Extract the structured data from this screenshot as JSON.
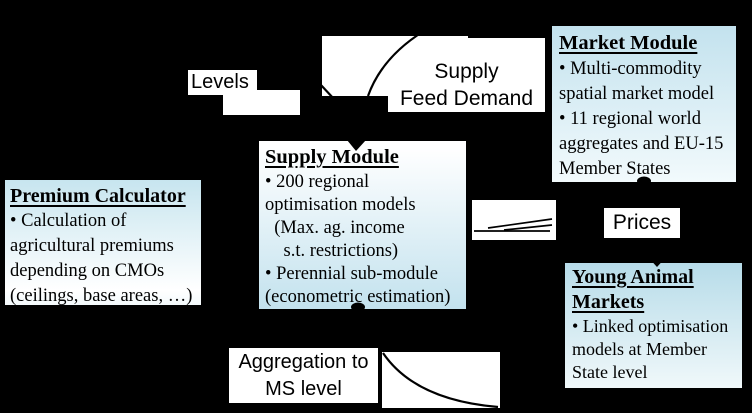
{
  "colors": {
    "background": "#000000",
    "module_fill_blue": "#c3e2ee",
    "label_fill": "#ffffff",
    "line_color": "#000000"
  },
  "modules": {
    "premium_calculator": {
      "title": "Premium Calculator",
      "lines": [
        "• Calculation of",
        "agricultural premiums",
        "depending on CMOs",
        "(ceilings, base areas, …)"
      ]
    },
    "supply_module": {
      "title": "Supply Module",
      "lines": [
        "• 200 regional",
        "optimisation models",
        "  (Max. ag. income",
        "    s.t. restrictions)",
        "• Perennial sub-module",
        "(econometric estimation)"
      ]
    },
    "market_module": {
      "title": "Market Module",
      "lines": [
        "• Multi-commodity",
        "spatial market model",
        "• 11 regional world",
        "aggregates and EU-15",
        "Member States"
      ]
    },
    "young_animal_markets": {
      "title_line1": "Young Animal",
      "title_line2": "Markets",
      "lines": [
        "• Linked optimisation",
        "models at Member",
        "State level"
      ]
    }
  },
  "flow_labels": {
    "levels": "Levels",
    "supply_feed_line1": "Supply",
    "supply_feed_line2": "Feed Demand",
    "prices": "Prices",
    "aggregation_line1": "Aggregation to",
    "aggregation_line2": "MS level"
  }
}
